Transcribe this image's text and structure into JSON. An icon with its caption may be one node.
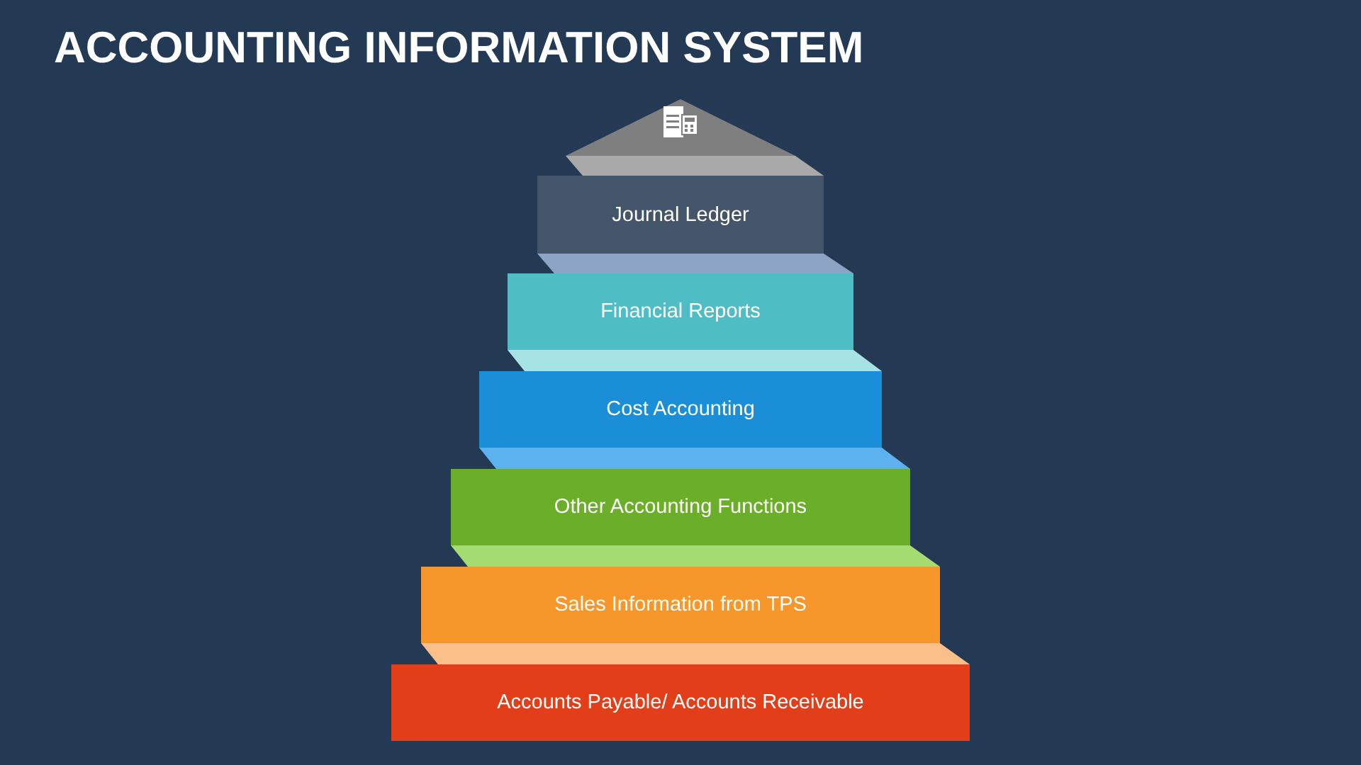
{
  "diagram": {
    "title": "ACCOUNTING INFORMATION SYSTEM",
    "nodes": [
      {
        "text": [],
        "shape": "triangle"
      },
      {
        "text": [
          "Journal Ledger"
        ]
      },
      {
        "text": [
          "Financial Reports"
        ]
      },
      {
        "text": [
          "Cost Accounting"
        ]
      },
      {
        "text": [
          "Other Accounting Functions"
        ]
      },
      {
        "text": [
          "Sales Information from TPS"
        ]
      },
      {
        "text": [
          "Accounts Payable/ Accounts Receivable"
        ]
      }
    ]
  }
}
